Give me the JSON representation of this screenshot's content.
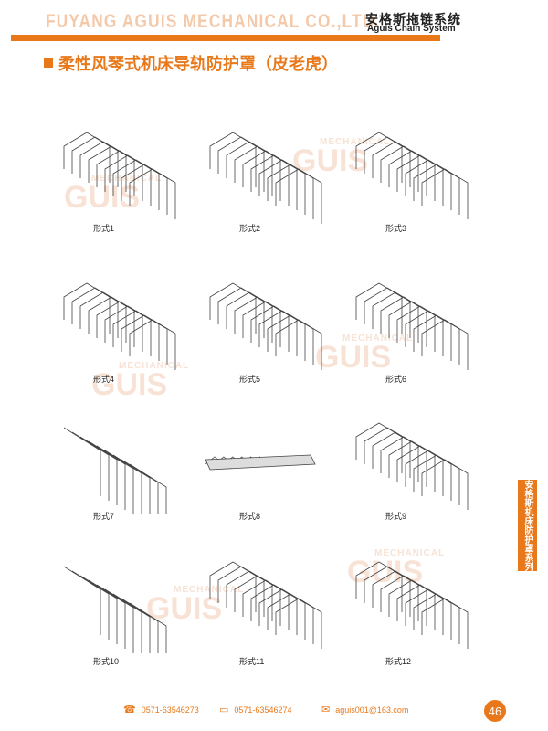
{
  "header": {
    "company": "FUYANG AGUIS MECHANICAL CO.,LTD.",
    "brand_cn": "安格斯拖链系统",
    "brand_en": "Aguis Chain System"
  },
  "title": "柔性风琴式机床导轨防护罩（皮老虎）",
  "watermark": {
    "line1": "MECHANICAL",
    "line2": "GUIS"
  },
  "figures": [
    "形式1",
    "形式2",
    "形式3",
    "形式4",
    "形式5",
    "形式6",
    "形式7",
    "形式8",
    "形式9",
    "形式10",
    "形式11",
    "形式12"
  ],
  "side_tab": "安格斯机床防护罩系列",
  "footer": {
    "phone_icon": "phone-icon",
    "phone": "0571-63546273",
    "fax_icon": "fax-icon",
    "fax": "0571-63546274",
    "email_icon": "mail-icon",
    "email": "aguis001@163.com",
    "page": "46"
  },
  "colors": {
    "accent": "#e8781a",
    "watermark": "#f6dccb"
  }
}
